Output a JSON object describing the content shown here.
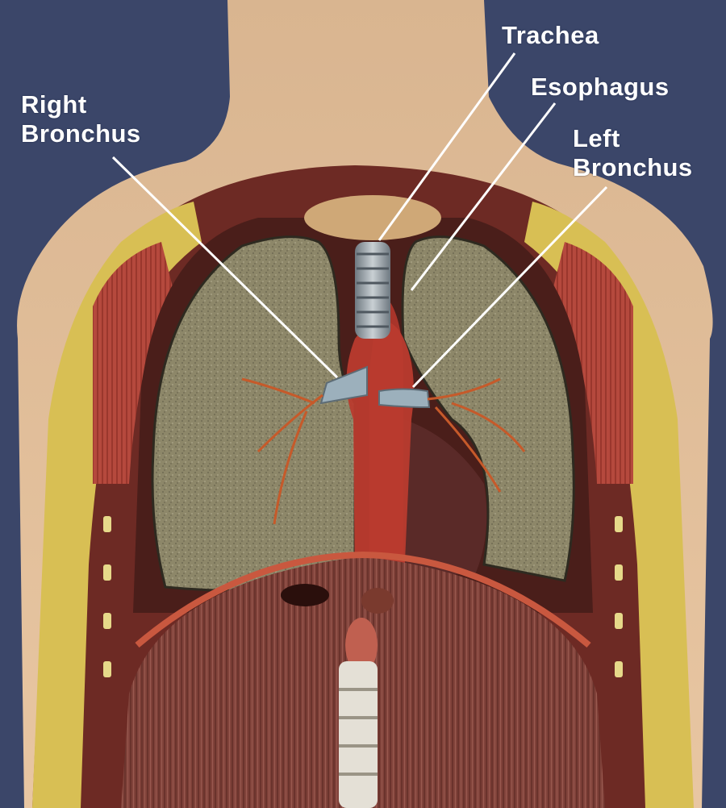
{
  "labels": {
    "trachea": "Trachea",
    "esophagus": "Esophagus",
    "right_bronchus_line1": "Right",
    "right_bronchus_line2": "Bronchus",
    "left_bronchus_line1": "Left",
    "left_bronchus_line2": "Bronchus"
  },
  "colors": {
    "background": "#3a4468",
    "skin": "#e3c09c",
    "lung": "#8a8468",
    "muscle": "#b04a3e",
    "fat": "#d8c05a",
    "diaphragm": "#7a3a32",
    "trachea": "#9aa4ac",
    "aorta": "#b8332a",
    "leader_line": "#ffffff"
  }
}
